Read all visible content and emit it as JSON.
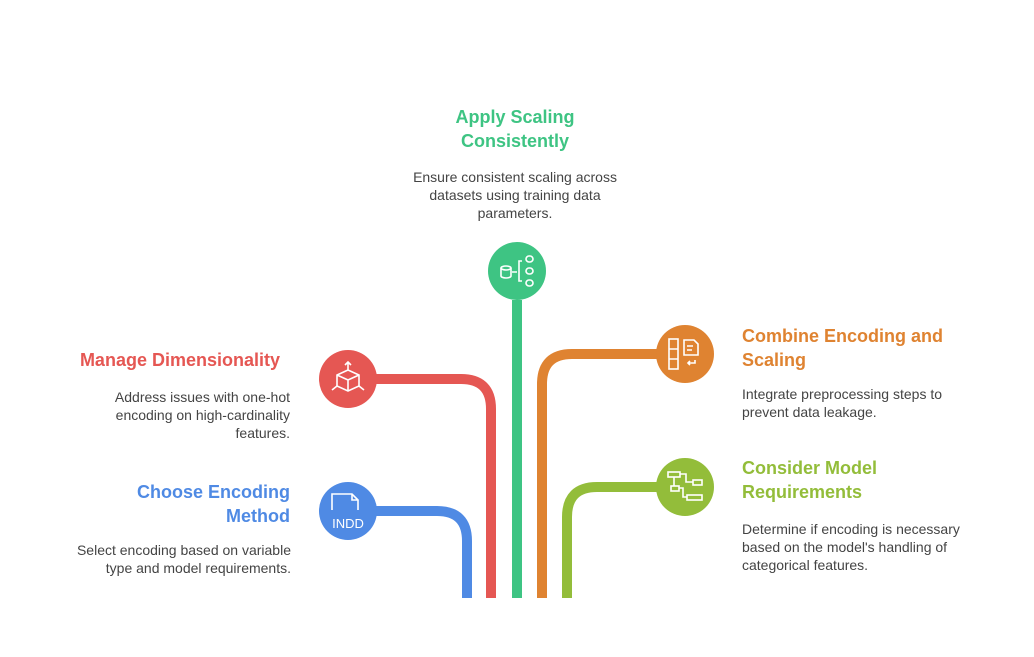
{
  "colors": {
    "green": "#3ec483",
    "red": "#e55753",
    "orange": "#df8331",
    "lime": "#93bd3a",
    "blue": "#4f8ae4"
  },
  "steps": [
    {
      "title": "Apply Scaling Consistently",
      "desc": "Ensure consistent scaling across datasets using training data parameters.",
      "icon": "database-split-icon"
    },
    {
      "title": "Manage Dimensionality",
      "desc": "Address issues with one-hot encoding on high-cardinality features.",
      "icon": "cube-expand-icon"
    },
    {
      "title": "Combine Encoding and Scaling",
      "desc": "Integrate preprocessing steps to prevent data leakage.",
      "icon": "columns-document-icon"
    },
    {
      "title": "Choose Encoding Method",
      "desc": "Select encoding based on variable type and model requirements.",
      "icon": "indd-file-icon",
      "icon_text": "INDD"
    },
    {
      "title": "Consider Model Requirements",
      "desc": "Determine if encoding is necessary based on the model's handling of categorical features.",
      "icon": "flowchart-icon"
    }
  ]
}
